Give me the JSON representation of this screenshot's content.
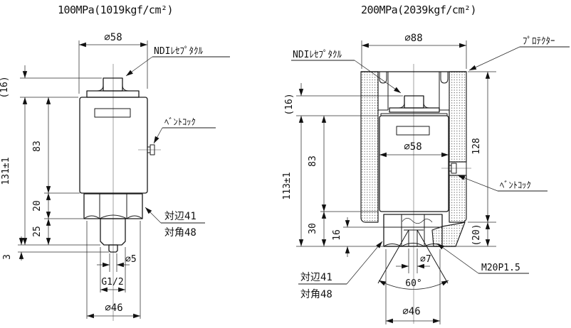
{
  "page": {
    "background": "#ffffff",
    "line_color": "#1a1a1a"
  },
  "left_drawing": {
    "title": "100MPa(1019kgf/cm²)",
    "labels": {
      "receptacle": "NDIﾚｾﾌﾟﾀｸﾙ",
      "vent_cock": "ﾍﾞﾝﾄｺｯｸ",
      "across_flats": "対辺41",
      "across_corners": "対角48"
    },
    "dims": {
      "body_dia": "⌀58",
      "receptacle_height": "(16)",
      "body_length": "83",
      "overall_length": "131±1",
      "hex_height": "20",
      "thread_length": "25",
      "tip_length": "3",
      "tip_dia": "⌀5",
      "thread": "G1/2",
      "base_dia": "⌀46"
    }
  },
  "right_drawing": {
    "title": "200MPa(2039kgf/cm²)",
    "labels": {
      "receptacle": "NDIﾚｾﾌﾟﾀｸﾙ",
      "protector": "ﾌﾟﾛﾃｸﾀｰ",
      "vent_cock": "ﾍﾞﾝﾄｺｯｸ",
      "across_flats": "対辺41",
      "across_corners": "対角48",
      "mount_thread": "M20P1.5"
    },
    "dims": {
      "protector_dia": "⌀88",
      "body_dia": "⌀58",
      "receptacle_height": "(16)",
      "body_length": "83",
      "overall_length": "113±1",
      "protector_length": "128",
      "lower_length": "30",
      "hex_height": "16",
      "protrusion": "(20)",
      "port_dia": "⌀7",
      "cone_angle": "60°",
      "base_dia": "⌀46"
    }
  }
}
